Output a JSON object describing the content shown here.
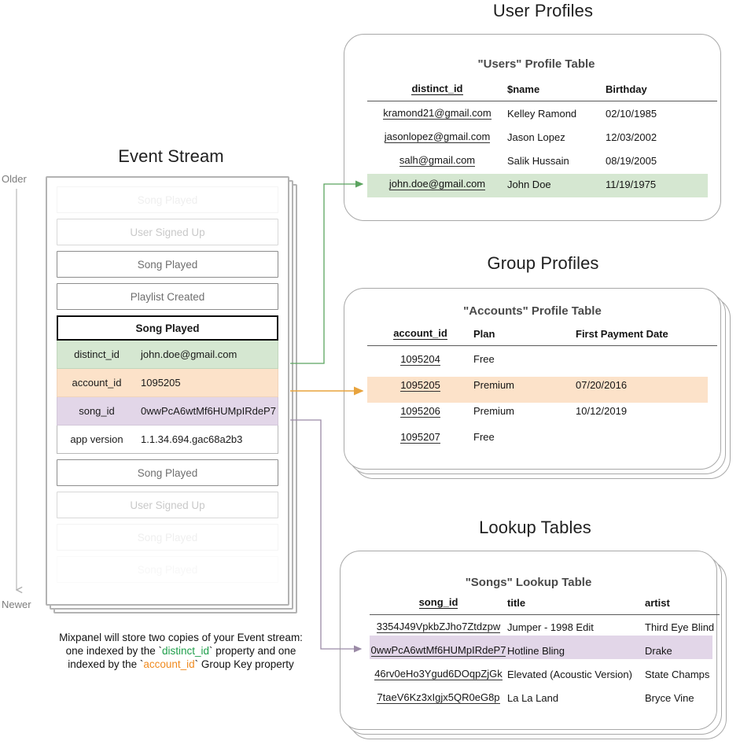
{
  "sections": {
    "event_stream_title": "Event Stream",
    "user_profiles_title": "User Profiles",
    "group_profiles_title": "Group Profiles",
    "lookup_tables_title": "Lookup Tables"
  },
  "axis": {
    "older": "Older",
    "newer": "Newer"
  },
  "event_stream": {
    "rows_above": [
      {
        "label": "Song Played",
        "style": "faded-2"
      },
      {
        "label": "User Signed Up",
        "style": "faded-1"
      },
      {
        "label": "Song Played",
        "style": "solid"
      },
      {
        "label": "Playlist Created",
        "style": "solid"
      }
    ],
    "expanded": {
      "name": "Song Played",
      "properties": [
        {
          "key": "distinct_id",
          "value": "john.doe@gmail.com",
          "highlight": "green"
        },
        {
          "key": "account_id",
          "value": "1095205",
          "highlight": "orange"
        },
        {
          "key": "song_id",
          "value": "0wwPcA6wtMf6HUMpIRdeP7",
          "highlight": "purple"
        },
        {
          "key": "app version",
          "value": "1.1.34.694.gac68a2b3",
          "highlight": "none"
        }
      ]
    },
    "rows_below": [
      {
        "label": "Song Played",
        "style": "solid"
      },
      {
        "label": "User Signed Up",
        "style": "faded-1"
      },
      {
        "label": "Song Played",
        "style": "faded-2"
      },
      {
        "label": "Song Played",
        "style": "faded-3"
      }
    ]
  },
  "caption": {
    "line1": "Mixpanel will store two copies of your Event stream:",
    "line2_a": "one indexed by the `",
    "line2_token": "distinct_id",
    "line2_b": "` property and one",
    "line3_a": "indexed by the `",
    "line3_token": "account_id",
    "line3_b": "` Group Key property"
  },
  "users_table": {
    "title": "\"Users\" Profile Table",
    "columns": [
      "distinct_id",
      "$name",
      "Birthday"
    ],
    "rows": [
      {
        "cells": [
          "kramond21@gmail.com",
          "Kelley Ramond",
          "02/10/1985"
        ],
        "highlight": "none"
      },
      {
        "cells": [
          "jasonlopez@gmail.com",
          "Jason Lopez",
          "12/03/2002"
        ],
        "highlight": "none"
      },
      {
        "cells": [
          "salh@gmail.com",
          "Salik Hussain",
          "08/19/2005"
        ],
        "highlight": "none"
      },
      {
        "cells": [
          "john.doe@gmail.com",
          "John Doe",
          "11/19/1975"
        ],
        "highlight": "green"
      }
    ]
  },
  "accounts_table": {
    "title": "\"Accounts\" Profile Table",
    "columns": [
      "account_id",
      "Plan",
      "First Payment Date"
    ],
    "rows": [
      {
        "cells": [
          "1095204",
          "Free",
          ""
        ],
        "highlight": "none"
      },
      {
        "cells": [
          "1095205",
          "Premium",
          "07/20/2016"
        ],
        "highlight": "orange"
      },
      {
        "cells": [
          "1095206",
          "Premium",
          "10/12/2019"
        ],
        "highlight": "none"
      },
      {
        "cells": [
          "1095207",
          "Free",
          ""
        ],
        "highlight": "none"
      }
    ]
  },
  "songs_table": {
    "title": "\"Songs\" Lookup Table",
    "columns": [
      "song_id",
      "title",
      "artist"
    ],
    "rows": [
      {
        "cells": [
          "3354J49VpkbZJho7Ztdzpw",
          "Jumper - 1998 Edit",
          "Third Eye Blind"
        ],
        "highlight": "none"
      },
      {
        "cells": [
          "0wwPcA6wtMf6HUMpIRdeP7",
          "Hotline Bling",
          "Drake"
        ],
        "highlight": "purple"
      },
      {
        "cells": [
          "46rv0eHo3Ygud6DOqpZjGk",
          "Elevated (Acoustic Version)",
          "State Champs"
        ],
        "highlight": "none"
      },
      {
        "cells": [
          "7taeV6Kz3xIgjx5QR0eG8p",
          "La La Land",
          "Bryce Vine"
        ],
        "highlight": "none"
      }
    ]
  },
  "colors": {
    "green": "#d5e7d1",
    "orange": "#fce2c9",
    "purple": "#e2d6e8",
    "green_arrow": "#5ba45f",
    "orange_arrow": "#e8a33d",
    "purple_arrow": "#9b8aa6",
    "card_border": "#a8a8a8"
  }
}
